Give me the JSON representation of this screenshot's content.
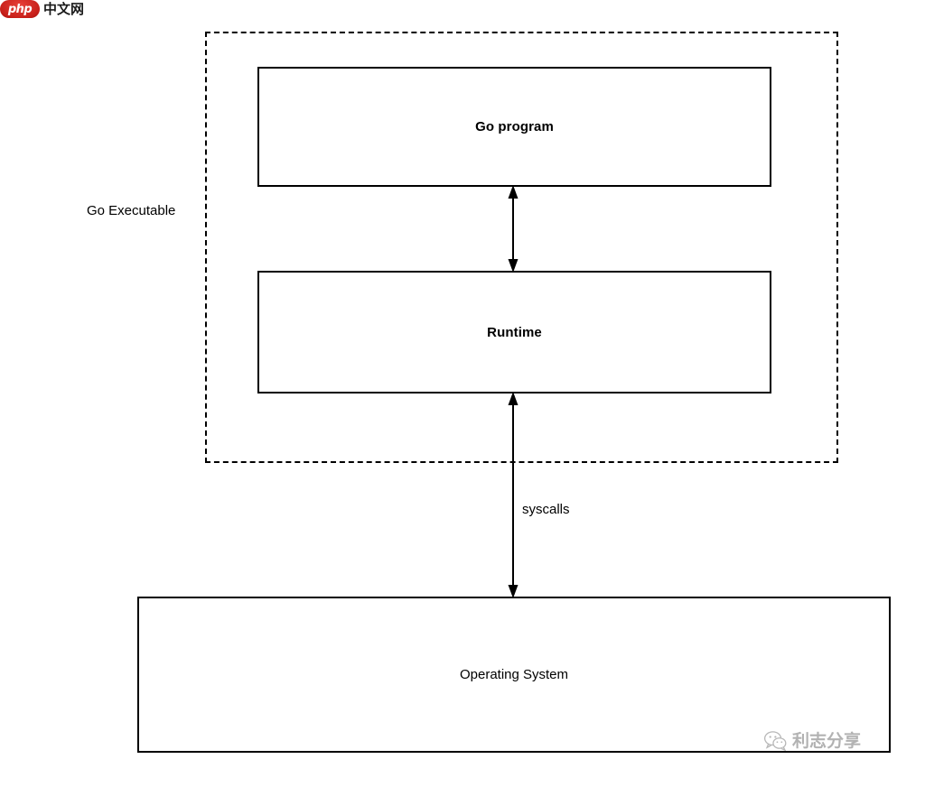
{
  "page": {
    "title": "Go Executable architecture diagram",
    "background_color": "#ffffff",
    "stroke_color": "#000000"
  },
  "branding": {
    "logo_badge_text": "php",
    "logo_text": "中文网",
    "logo_badge_color": "#c8201a",
    "logo_icon": "php-logo-icon"
  },
  "diagram": {
    "container": {
      "label": "Go Executable",
      "border_style": "dashed"
    },
    "boxes": [
      {
        "id": "go-program",
        "label": "Go program",
        "bold": true
      },
      {
        "id": "runtime",
        "label": "Runtime",
        "bold": true
      },
      {
        "id": "operating-system",
        "label": "Operating System",
        "bold": false
      }
    ],
    "connectors": [
      {
        "id": "program-runtime",
        "label": "",
        "style": "double-headed-arrow",
        "from": "go-program",
        "to": "runtime"
      },
      {
        "id": "runtime-os",
        "label": "syscalls",
        "style": "double-headed-arrow",
        "from": "runtime",
        "to": "operating-system"
      }
    ]
  },
  "watermark": {
    "icon": "wechat-icon",
    "text": "利志分享",
    "color": "#4a4a4a"
  }
}
